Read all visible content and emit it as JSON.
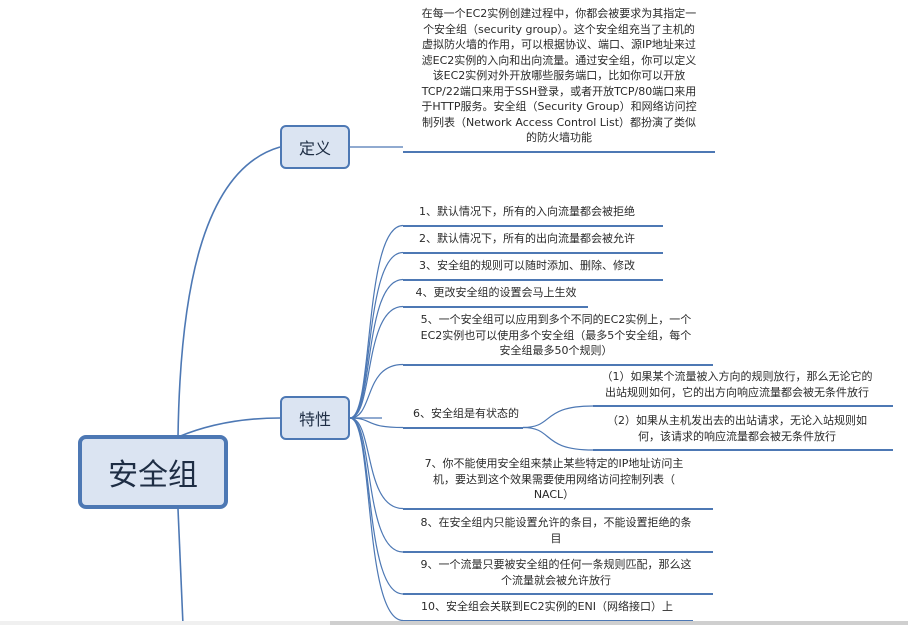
{
  "root": {
    "label": "安全组"
  },
  "definition": {
    "label": "定义",
    "text_lines": [
      "在每一个EC2实例创建过程中，你都会被要求为其指定一",
      "个安全组（security group）。这个安全组充当了主机的",
      "虚拟防火墙的作用，可以根据协议、端口、源IP地址来过",
      "滤EC2实例的入向和出向流量。通过安全组，你可以定义",
      "该EC2实例对外开放哪些服务端口，比如你可以开放",
      "TCP/22端口来用于SSH登录，或者开放TCP/80端口来用",
      "于HTTP服务。安全组（Security Group）和网络访问控",
      "制列表（Network Access Control List）都扮演了类似",
      "的防火墙功能"
    ]
  },
  "features": {
    "label": "特性",
    "items": [
      {
        "lines": [
          "1、默认情况下，所有的入向流量都会被拒绝"
        ]
      },
      {
        "lines": [
          "2、默认情况下，所有的出向流量都会被允许"
        ]
      },
      {
        "lines": [
          "3、安全组的规则可以随时添加、删除、修改"
        ]
      },
      {
        "lines": [
          "4、更改安全组的设置会马上生效"
        ]
      },
      {
        "lines": [
          "5、一个安全组可以应用到多个不同的EC2实例上，一个",
          "EC2实例也可以使用多个安全组（最多5个安全组，每个",
          "安全组最多50个规则）"
        ]
      },
      {
        "lines": [
          "6、安全组是有状态的"
        ],
        "children": [
          {
            "lines": [
              "（1）如果某个流量被入方向的规则放行，那么无论它的",
              "出站规则如何，它的出方向响应流量都会被无条件放行"
            ]
          },
          {
            "lines": [
              "（2）如果从主机发出去的出站请求，无论入站规则如",
              "何，该请求的响应流量都会被无条件放行"
            ]
          }
        ]
      },
      {
        "lines": [
          "7、你不能使用安全组来禁止某些特定的IP地址访问主",
          "机，要达到这个效果需要使用网络访问控制列表（",
          "NACL）"
        ]
      },
      {
        "lines": [
          "8、在安全组内只能设置允许的条目，不能设置拒绝的条",
          "目"
        ]
      },
      {
        "lines": [
          "9、一个流量只要被安全组的任何一条规则匹配，那么这",
          "个流量就会被允许放行"
        ]
      },
      {
        "lines": [
          "10、安全组会关联到EC2实例的ENI（网络接口）上"
        ]
      }
    ]
  },
  "colors": {
    "node_fill": "#dbe4f2",
    "node_border": "#4d78b4",
    "line": "#4d78b4"
  }
}
